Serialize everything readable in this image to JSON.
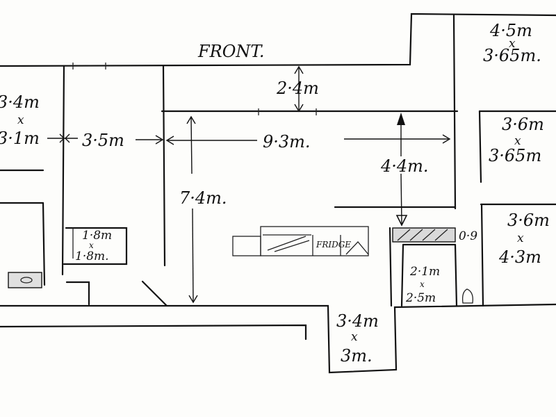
{
  "labels": {
    "front": "FRONT.",
    "room_tr_dim1": "4·5m",
    "room_tr_x": "x",
    "room_tr_dim2": "3·65m.",
    "corridor_height": "2·4m",
    "room_l_dim1": "3·4m",
    "room_l_x": "x",
    "room_l_dim2": "3·1m",
    "width_3_5": "3·5m",
    "width_9_3": "9·3m.",
    "height_4_4": "4·4m.",
    "height_7_4": "7·4m.",
    "room_r1_dim1": "3·6m",
    "room_r1_x": "x",
    "room_r1_dim2": "3·65m",
    "room_r2_dim1": "3·6m",
    "room_r2_x": "x",
    "room_r2_dim2": "4·3m",
    "small_room_dim1": "1·8m",
    "small_room_x": "x",
    "small_room_dim2": "1·8m.",
    "fridge": "FRIDGE",
    "bench_depth": "0·9",
    "bath_dim1": "2·1m",
    "bath_x": "x",
    "bath_dim2": "2·5m",
    "bottom_dim1": "3·4m",
    "bottom_x": "x",
    "bottom_dim2": "3m."
  }
}
